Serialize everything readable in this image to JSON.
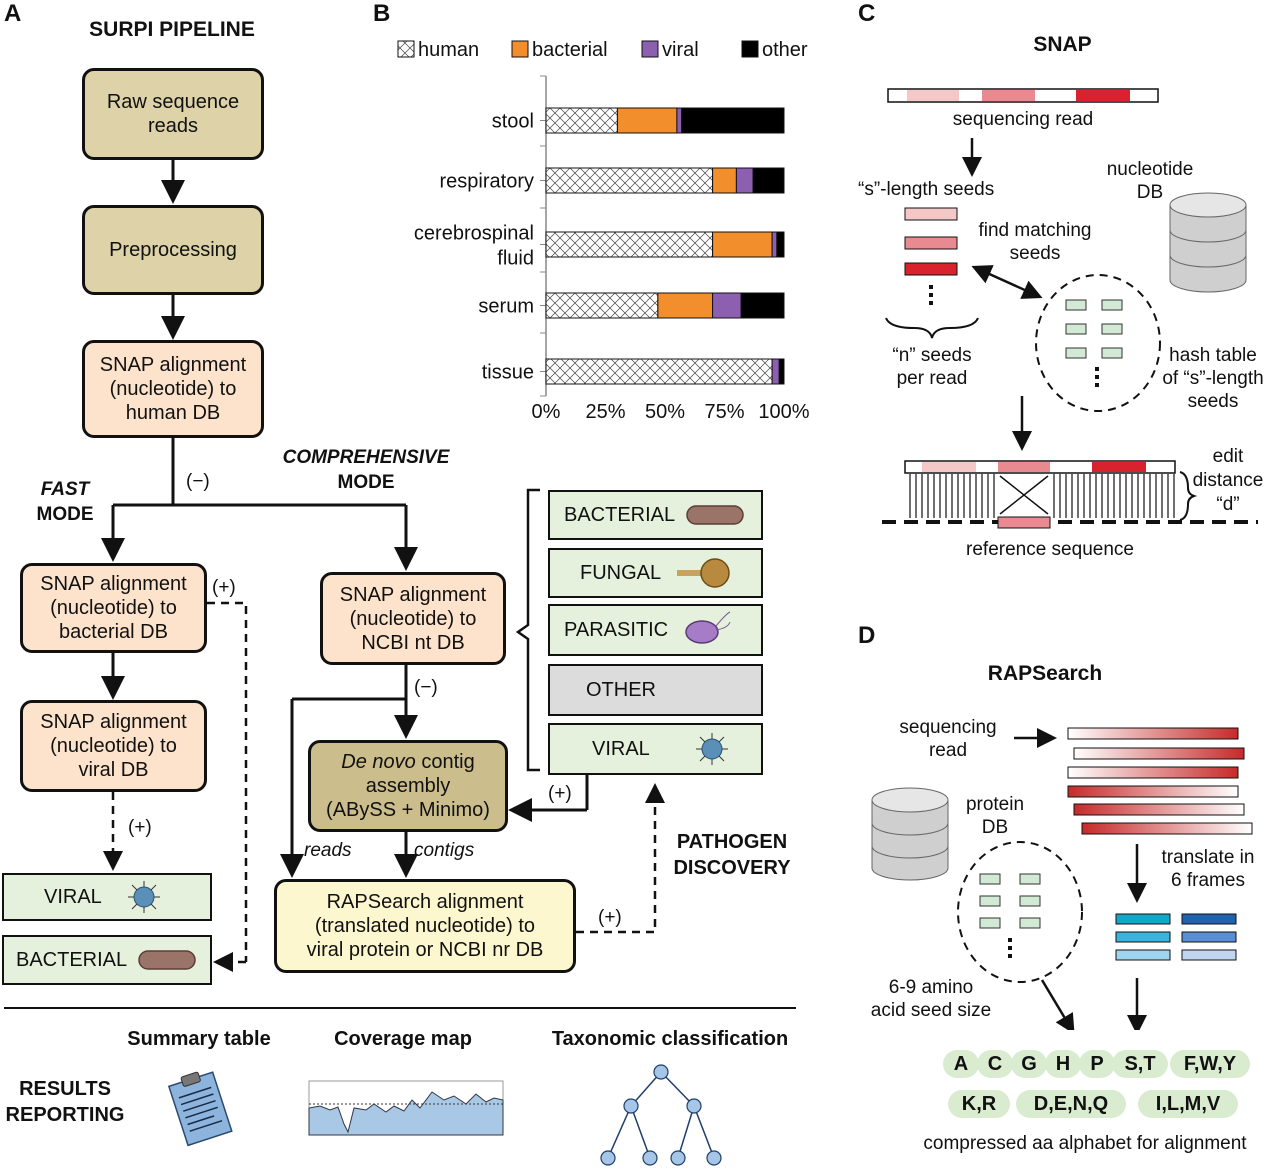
{
  "panels": {
    "a": "A",
    "b": "B",
    "c": "C",
    "d": "D"
  },
  "panel_a": {
    "title": "SURPI PIPELINE",
    "raw_reads": "Raw sequence\nreads",
    "preprocessing": "Preprocessing",
    "snap_human": "SNAP alignment\n(nucleotide) to\nhuman DB",
    "minus_label": "(−)",
    "fast_mode": "FAST",
    "fast_mode_2": "MODE",
    "comprehensive_mode": "COMPREHENSIVE",
    "comprehensive_mode_2": "MODE",
    "snap_bacterial": "SNAP alignment\n(nucleotide) to\nbacterial DB",
    "snap_viral": "SNAP alignment\n(nucleotide) to\nviral DB",
    "snap_nt": "SNAP alignment\n(nucleotide) to\nNCBI nt DB",
    "de_novo_italic": "De novo",
    "de_novo_rest": " contig\nassembly\n(ABySS + Minimo)",
    "rapsearch_alignment": "RAPSearch alignment\n(translated nucleotide) to\nviral protein or NCBI nr DB",
    "plus_label": "(+)",
    "reads_label": "reads",
    "contigs_label": "contigs",
    "pathogen_discovery": "PATHOGEN\nDISCOVERY",
    "fast_results": [
      "VIRAL",
      "BACTERIAL"
    ],
    "comp_results": [
      "BACTERIAL",
      "FUNGAL",
      "PARASITIC",
      "OTHER",
      "VIRAL"
    ],
    "results_reporting": "RESULTS\nREPORTING",
    "summary_table": "Summary table",
    "coverage_map": "Coverage map",
    "taxonomic_classification": "Taxonomic classification",
    "colors": {
      "tan": "#ddd2a8",
      "peach": "#fde3cc",
      "yellow": "#fdf7cf",
      "green": "#e5f1dc",
      "gray": "#dcdcdc"
    }
  },
  "chart_data": {
    "type": "bar",
    "orientation": "horizontal",
    "stacked": true,
    "categories": [
      "stool",
      "respiratory",
      "cerebrospinal\nfluid",
      "serum",
      "tissue"
    ],
    "series": [
      {
        "name": "human",
        "values": [
          30,
          70,
          70,
          47,
          95
        ],
        "color": "#ffffff",
        "pattern": "crosshatch"
      },
      {
        "name": "bacterial",
        "values": [
          25,
          10,
          25,
          23,
          0
        ],
        "color": "#f28e2b"
      },
      {
        "name": "viral",
        "values": [
          2,
          7,
          2,
          12,
          3
        ],
        "color": "#8c5fb0"
      },
      {
        "name": "other",
        "values": [
          43,
          13,
          3,
          18,
          2
        ],
        "color": "#000000"
      }
    ],
    "xticks": [
      "0%",
      "25%",
      "50%",
      "75%",
      "100%"
    ],
    "xlim": [
      0,
      100
    ],
    "legend_placement": "top"
  },
  "panel_c": {
    "title": "SNAP",
    "sequencing_read": "sequencing read",
    "s_seeds": "“s”-length seeds",
    "nucleotide_db": "nucleotide\nDB",
    "find_matching": "find matching\nseeds",
    "n_seeds": "“n” seeds\nper read",
    "hash_table": "hash table\nof “s”-length\nseeds",
    "edit_distance": "edit\ndistance\n“d”",
    "reference_sequence": "reference sequence"
  },
  "panel_d": {
    "title": "RAPSearch",
    "sequencing_read": "sequencing\nread",
    "protein_db": "protein\nDB",
    "translate": "translate in\n6 frames",
    "seed_size": "6-9 amino\nacid seed size",
    "aa_groups": [
      "A",
      "C",
      "G",
      "H",
      "P",
      "S,T",
      "F,W,Y",
      "K,R",
      "D,E,N,Q",
      "I,L,M,V"
    ],
    "compressed": "compressed aa alphabet for alignment"
  }
}
